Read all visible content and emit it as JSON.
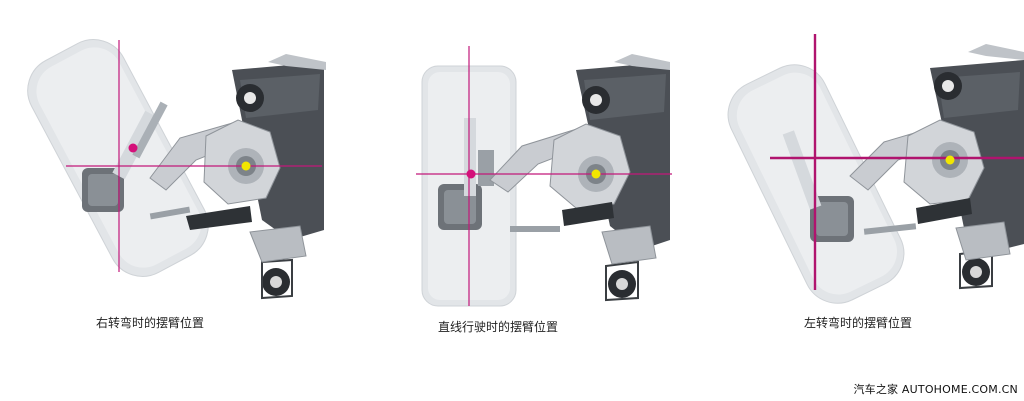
{
  "captions": {
    "right_turn": "右转弯时的摆臂位置",
    "straight": "直线行驶时的摆臂位置",
    "left_turn": "左转弯时的摆臂位置"
  },
  "watermark": "汽车之家 AUTOHOME.COM.CN",
  "colors": {
    "axis_line": "#c2187a",
    "axis_line_strong": "#b0146e",
    "pivot_dot": "#d4107a",
    "hub_dot": "#f2e600",
    "tire_fill": "#e2e5e8",
    "metal_dark": "#4b4f55",
    "metal_light": "#c9ccd1"
  }
}
